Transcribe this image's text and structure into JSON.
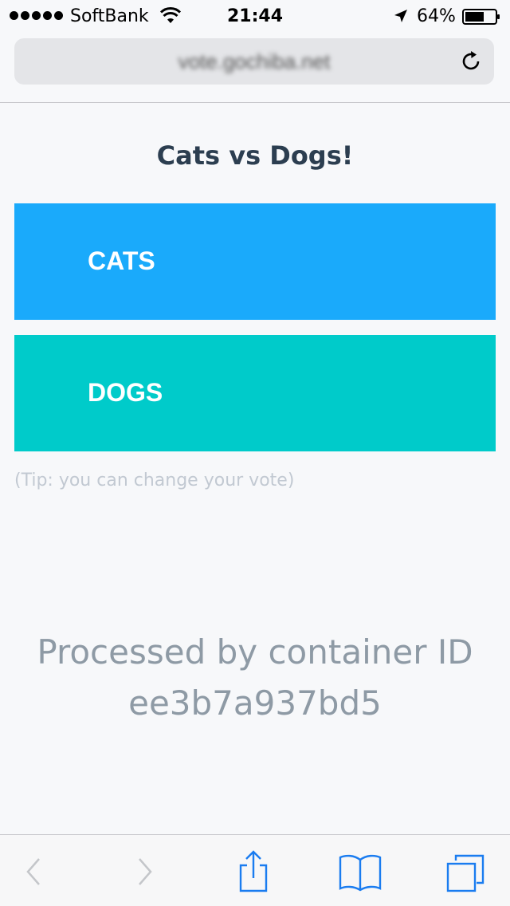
{
  "status_bar": {
    "carrier": "SoftBank",
    "time": "21:44",
    "battery": "64%",
    "battery_level": 0.64
  },
  "browser": {
    "url": "vote.gochiba.net"
  },
  "main": {
    "title": "Cats vs Dogs!",
    "options": [
      {
        "label": "CATS",
        "color": "#1aaafb"
      },
      {
        "label": "DOGS",
        "color": "#00cbca"
      }
    ],
    "tip": "(Tip: you can change your vote)",
    "processed_line1": "Processed by container ID",
    "processed_line2": "ee3b7a937bd5"
  },
  "icons": {
    "signal": "signal-dots-icon",
    "wifi": "wifi-icon",
    "location": "location-arrow-icon",
    "battery": "battery-icon",
    "reload": "reload-icon",
    "back": "back-chevron-icon",
    "forward": "forward-chevron-icon",
    "share": "share-icon",
    "bookmarks": "bookmarks-icon",
    "tabs": "tabs-icon"
  },
  "colors": {
    "accent": "#1a7cf0",
    "title": "#2c3e50"
  }
}
